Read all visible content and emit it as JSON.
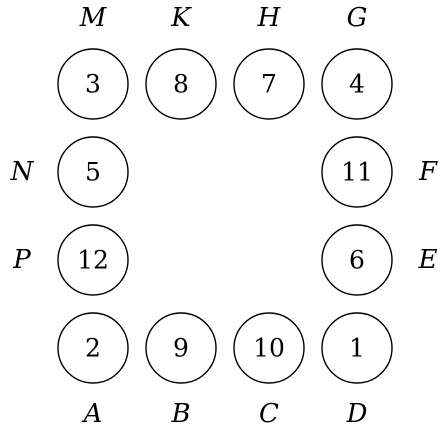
{
  "cells": {
    "top": [
      {
        "label": "M",
        "value": "3"
      },
      {
        "label": "K",
        "value": "8"
      },
      {
        "label": "H",
        "value": "7"
      },
      {
        "label": "G",
        "value": "4"
      }
    ],
    "right": [
      {
        "label": "F",
        "value": "11"
      },
      {
        "label": "E",
        "value": "6"
      }
    ],
    "bottom": [
      {
        "label": "A",
        "value": "2"
      },
      {
        "label": "B",
        "value": "9"
      },
      {
        "label": "C",
        "value": "10"
      },
      {
        "label": "D",
        "value": "1"
      }
    ],
    "left": [
      {
        "label": "N",
        "value": "5"
      },
      {
        "label": "P",
        "value": "12"
      }
    ]
  }
}
